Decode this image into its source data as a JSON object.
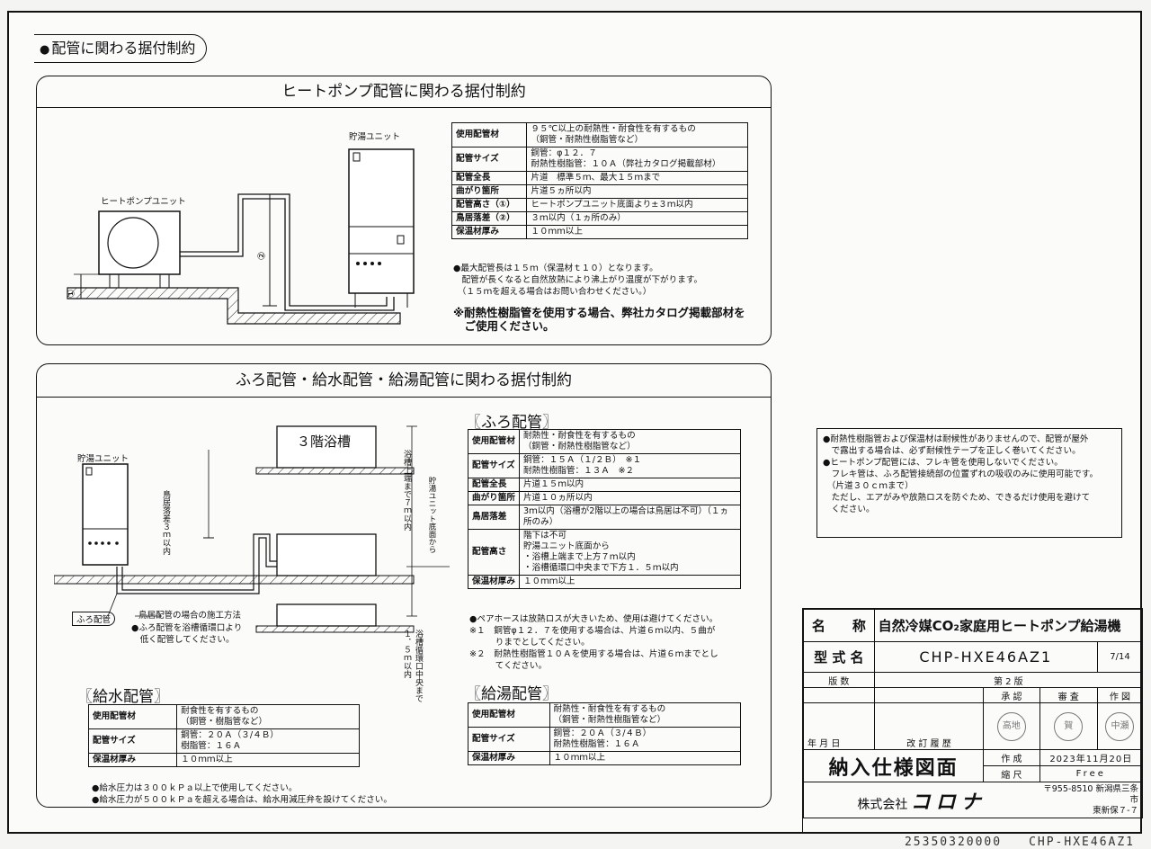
{
  "main_heading": "配管に関わる据付制約",
  "hp_section": {
    "title": "ヒートポンプ配管に関わる据付制約",
    "labels": {
      "tank": "貯湯ユニット",
      "hp_unit": "ヒートポンプユニット",
      "m1": "①",
      "m2": "②"
    },
    "rows": [
      {
        "h": "使用配管材",
        "v": "９５℃以上の耐熱性・耐食性を有するもの\n（銅管・耐熱性樹脂管など）"
      },
      {
        "h": "配管サイズ",
        "v": "銅管：φ１２．７\n耐熱性樹脂管：１０Ａ（弊社カタログ掲載部材）"
      },
      {
        "h": "配管全長",
        "v": "片道　標準５ｍ、最大１５ｍまで"
      },
      {
        "h": "曲がり箇所",
        "v": "片道５ヵ所以内"
      },
      {
        "h": "配管高さ（①）",
        "v": "ヒートポンプユニット底面より±３ｍ以内"
      },
      {
        "h": "鳥居落差（②）",
        "v": "３ｍ以内（１ヵ所のみ）"
      },
      {
        "h": "保温材厚み",
        "v": "１０ｍｍ以上"
      }
    ],
    "note1": "●最大配管長は１５ｍ（保温材ｔ１０）となります。\n　配管が長くなると自然放熱により沸上がり温度が下がります。\n　（１５ｍを超える場合はお問い合わせください。）",
    "note2": "※耐熱性樹脂管を使用する場合、弊社カタログ掲載部材を\n　ご使用ください。"
  },
  "furo_section": {
    "title": "ふろ配管・給水配管・給湯配管に関わる据付制約",
    "labels": {
      "tank": "貯湯ユニット",
      "bath3": "３階浴槽",
      "drop3": "鳥居落差３ｍ以内",
      "top7": "浴槽上端まで７ｍ以内",
      "from_bottom": "貯湯ユニット底面から",
      "center15": "浴槽循環口中央まで\n１．５ｍ以内",
      "method": "鳥居配管の場合の施工方法",
      "furo_pipe": "ふろ配管",
      "method_note": "●ふろ配管を浴槽循環口より\n　低く配管してください。"
    },
    "furo_title": "〖ふろ配管〗",
    "furo_rows": [
      {
        "h": "使用配管材",
        "v": "耐熱性・耐食性を有するもの\n（銅管・耐熱性樹脂管など）"
      },
      {
        "h": "配管サイズ",
        "v": "銅管：１５Ａ（１/２Ｂ）　※１\n耐熱性樹脂管：１３Ａ　※２"
      },
      {
        "h": "配管全長",
        "v": "片道１５ｍ以内"
      },
      {
        "h": "曲がり箇所",
        "v": "片道１０ヵ所以内"
      },
      {
        "h": "鳥居落差",
        "v": "3ｍ以内（浴槽が2階以上の場合は鳥居は不可）（１ヵ所のみ）"
      },
      {
        "h": "配管高さ",
        "v": "階下は不可\n貯湯ユニット底面から\n・浴槽上端まで上方７ｍ以内\n・浴槽循環口中央まで下方１．５ｍ以内"
      },
      {
        "h": "保温材厚み",
        "v": "１０ｍｍ以上"
      }
    ],
    "furo_notes": "●ペアホースは放熱ロスが大きいため、使用は避けてください。\n※１　銅管φ１２．７を使用する場合は、片道６ｍ以内、５曲が\n　　　りまでとしてください。\n※２　耐熱性樹脂管１０Ａを使用する場合は、片道６ｍまでとし\n　　　てください。",
    "water_title": "〖給水配管〗",
    "water_rows": [
      {
        "h": "使用配管材",
        "v": "耐食性を有するもの\n（銅管・樹脂管など）"
      },
      {
        "h": "配管サイズ",
        "v": "銅管：２０Ａ（３/４Ｂ）\n樹脂管：１６Ａ"
      },
      {
        "h": "保温材厚み",
        "v": "１０ｍｍ以上"
      }
    ],
    "water_notes": "●給水圧力は３００ｋＰａ以上で使用してください。\n●給水圧力が５００ｋＰａを超える場合は、給水用減圧弁を設けてください。",
    "hot_title": "〖給湯配管〗",
    "hot_rows": [
      {
        "h": "使用配管材",
        "v": "耐熱性・耐食性を有するもの\n（銅管・耐熱性樹脂管など）"
      },
      {
        "h": "配管サイズ",
        "v": "銅管：２０Ａ（３/４Ｂ）\n耐熱性樹脂管：１６Ａ"
      },
      {
        "h": "保温材厚み",
        "v": "１０ｍｍ以上"
      }
    ]
  },
  "right_note": "●耐熱性樹脂管および保温材は耐候性がありませんので、配管が屋外\n　で露出する場合は、必ず耐候性テープを正しく巻いてください。\n●ヒートポンプ配管には、フレキ管を使用しないでください。\n　フレキ管は、ふろ配管接続部の位置ずれの吸収のみに使用可能です。\n　（片道３０ｃｍまで）\n　ただし、エアがみや放熱ロスを防ぐため、できるだけ使用を避けて\n　ください。",
  "title_block": {
    "name_label": "名　　称",
    "name_value": "自然冷媒CO₂家庭用ヒートポンプ給湯機",
    "model_label": "型 式 名",
    "model_value": "CHP-HXE46AZ1",
    "page": "7/14",
    "edition_label": "版 数",
    "edition_value": "第 2 版",
    "approve": "承 認",
    "review": "審 査",
    "create": "作 図",
    "date_label": "年 月 日",
    "history_label": "改 訂 履 歴",
    "doc_title": "納入仕様図面",
    "made_label": "作 成",
    "made_value": "2023年11月20日",
    "scale_label": "縮 尺",
    "scale_value": "Free",
    "company_prefix": "株式会社",
    "company_name": "コロナ",
    "address1": "〒955-8510 新潟県三条市",
    "address2": "東新保７-７",
    "stamp1": "高地",
    "stamp2": "賀",
    "stamp3": "中瀬"
  },
  "footer_code": "25350320000　　CHP-HXE46AZ1"
}
